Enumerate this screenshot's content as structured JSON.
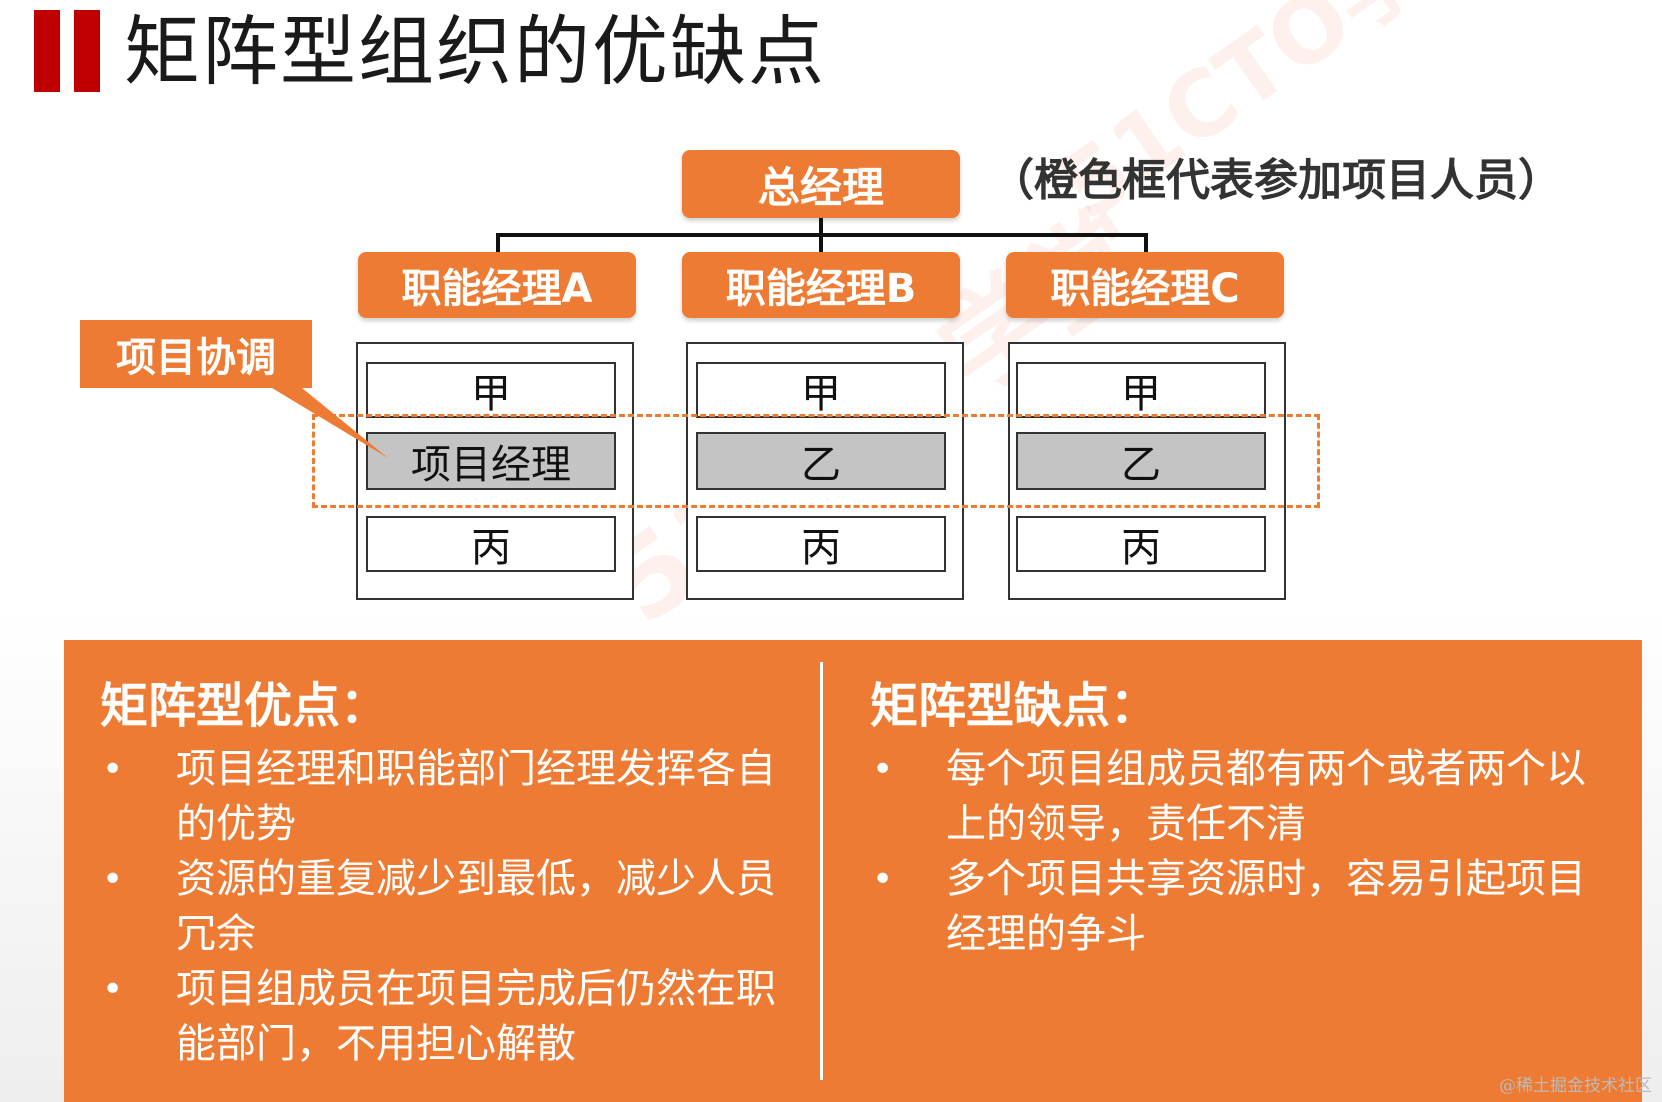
{
  "title": "矩阵型组织的优缺点",
  "diagram": {
    "general_manager": "总经理",
    "note": "（橙色框代表参加项目人员）",
    "functional_managers": [
      "职能经理A",
      "职能经理B",
      "职能经理C"
    ],
    "project_coordination_label": "项目协调",
    "columns": [
      {
        "top": "甲",
        "middle": "项目经理",
        "bottom": "丙"
      },
      {
        "top": "甲",
        "middle": "乙",
        "bottom": "丙"
      },
      {
        "top": "甲",
        "middle": "乙",
        "bottom": "丙"
      }
    ]
  },
  "advantages": {
    "heading": "矩阵型优点：",
    "items": [
      "项目经理和职能部门经理发挥各自的优势",
      "资源的重复减少到最低，减少人员冗余",
      "项目组成员在项目完成后仍然在职能部门，不用担心解散"
    ]
  },
  "disadvantages": {
    "heading": "矩阵型缺点：",
    "items": [
      "每个项目组成员都有两个或者两个以上的领导，责任不清",
      "多个项目共享资源时，容易引起项目经理的争斗"
    ]
  },
  "watermark_text": "51CTO学堂",
  "corner_watermark": "@稀土掘金技术社区",
  "colors": {
    "accent": "#ee7b33",
    "title_bar": "#c00000",
    "highlight_cell": "#c4c4c4"
  }
}
